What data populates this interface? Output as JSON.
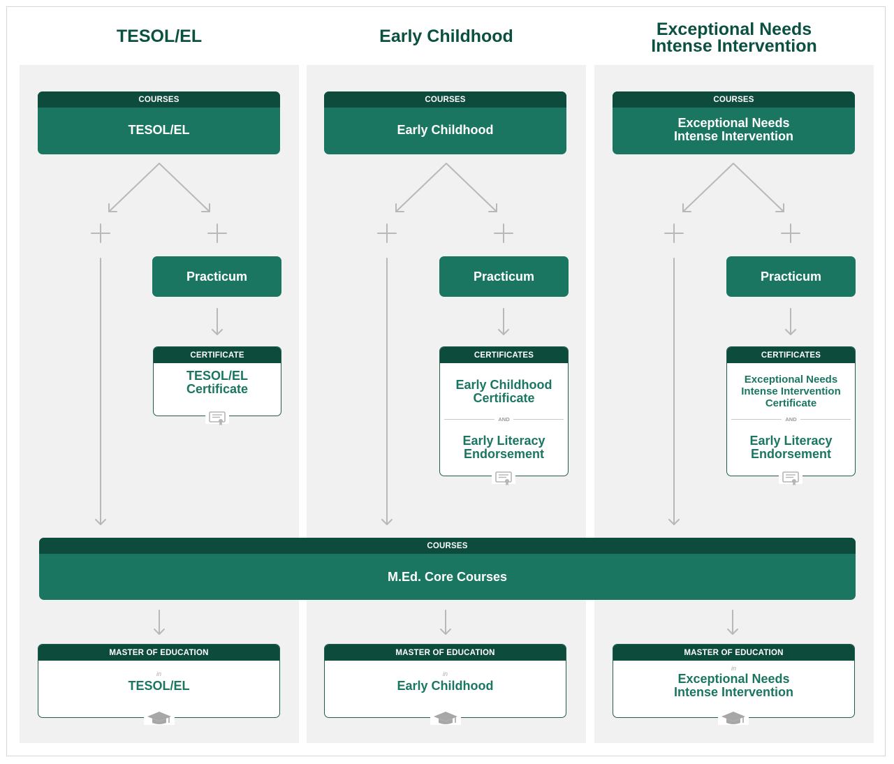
{
  "columns": [
    {
      "title": "TESOL/EL",
      "courses_head": "COURSES",
      "courses_name": "TESOL/EL",
      "practicum": "Practicum",
      "cert_head": "CERTIFICATE",
      "cert_1": "TESOL/EL Certificate",
      "master_head": "MASTER OF EDUCATION",
      "master_in": "in",
      "master_name": "TESOL/EL"
    },
    {
      "title": "Early Childhood",
      "courses_head": "COURSES",
      "courses_name": "Early Childhood",
      "practicum": "Practicum",
      "cert_head": "CERTIFICATES",
      "cert_1": "Early Childhood Certificate",
      "and_label": "AND",
      "cert_2": "Early Literacy Endorsement",
      "master_head": "MASTER OF EDUCATION",
      "master_in": "in",
      "master_name": "Early Childhood"
    },
    {
      "title": "Exceptional Needs Intense Intervention",
      "courses_head": "COURSES",
      "courses_name": "Exceptional Needs Intense Intervention",
      "practicum": "Practicum",
      "cert_head": "CERTIFICATES",
      "cert_1": "Exceptional Needs Intense Intervention Certificate",
      "and_label": "AND",
      "cert_2": "Early Literacy Endorsement",
      "master_head": "MASTER OF EDUCATION",
      "master_in": "in",
      "master_name": "Exceptional Needs Intense Intervention"
    }
  ],
  "core": {
    "head": "COURSES",
    "name": "M.Ed. Core Courses"
  },
  "icons": {
    "certificate": "certificate-icon",
    "degree": "graduation-cap-icon",
    "plus": "plus-icon",
    "arrow": "arrow-down-icon"
  },
  "colors": {
    "dark_green": "#0d4b3d",
    "green": "#1a7661",
    "title_green": "#0b5040",
    "panel": "#f1f1f1",
    "connector": "#b8b8b8"
  }
}
